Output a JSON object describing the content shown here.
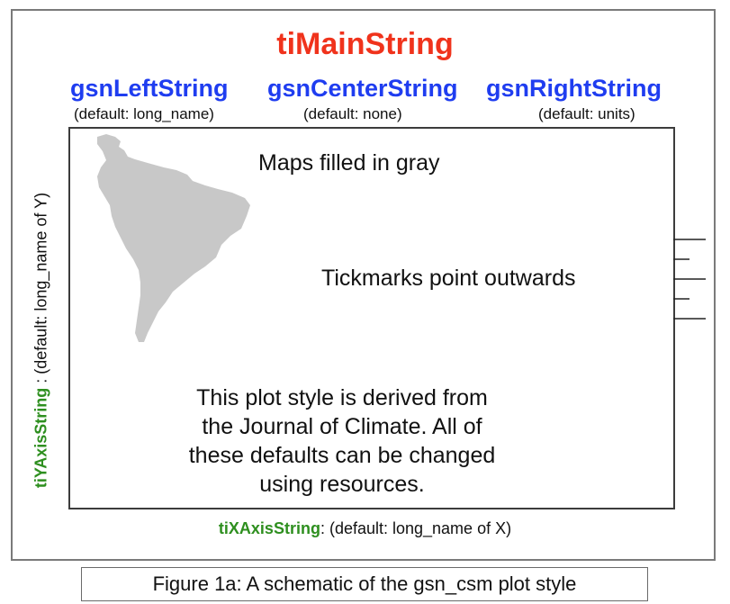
{
  "colors": {
    "title": "#f0331c",
    "resource_blue": "#1f3df0",
    "resource_green": "#2e8f1f",
    "map_fill": "#c8c8c8"
  },
  "title": "tiMainString",
  "left_string": {
    "label": "gsnLeftString",
    "default": "(default: long_name)"
  },
  "center_string": {
    "label": "gsnCenterString",
    "default": "(default: none)"
  },
  "right_string": {
    "label": "gsnRightString",
    "default": "(default: units)"
  },
  "plot": {
    "map_note": "Maps filled in gray",
    "tick_note": "Tickmarks point outwards",
    "paragraph_lines": [
      "This plot style is derived from",
      "the Journal of Climate. All of",
      "these defaults can be changed",
      "using resources."
    ]
  },
  "x_axis": {
    "resource": "tiXAxisString",
    "default": ": (default: long_name of X)"
  },
  "y_axis": {
    "resource": "tiYAxisString",
    "default": " : (default: long_name of Y)"
  },
  "caption": "Figure 1a: A schematic of the gsn_csm plot style"
}
